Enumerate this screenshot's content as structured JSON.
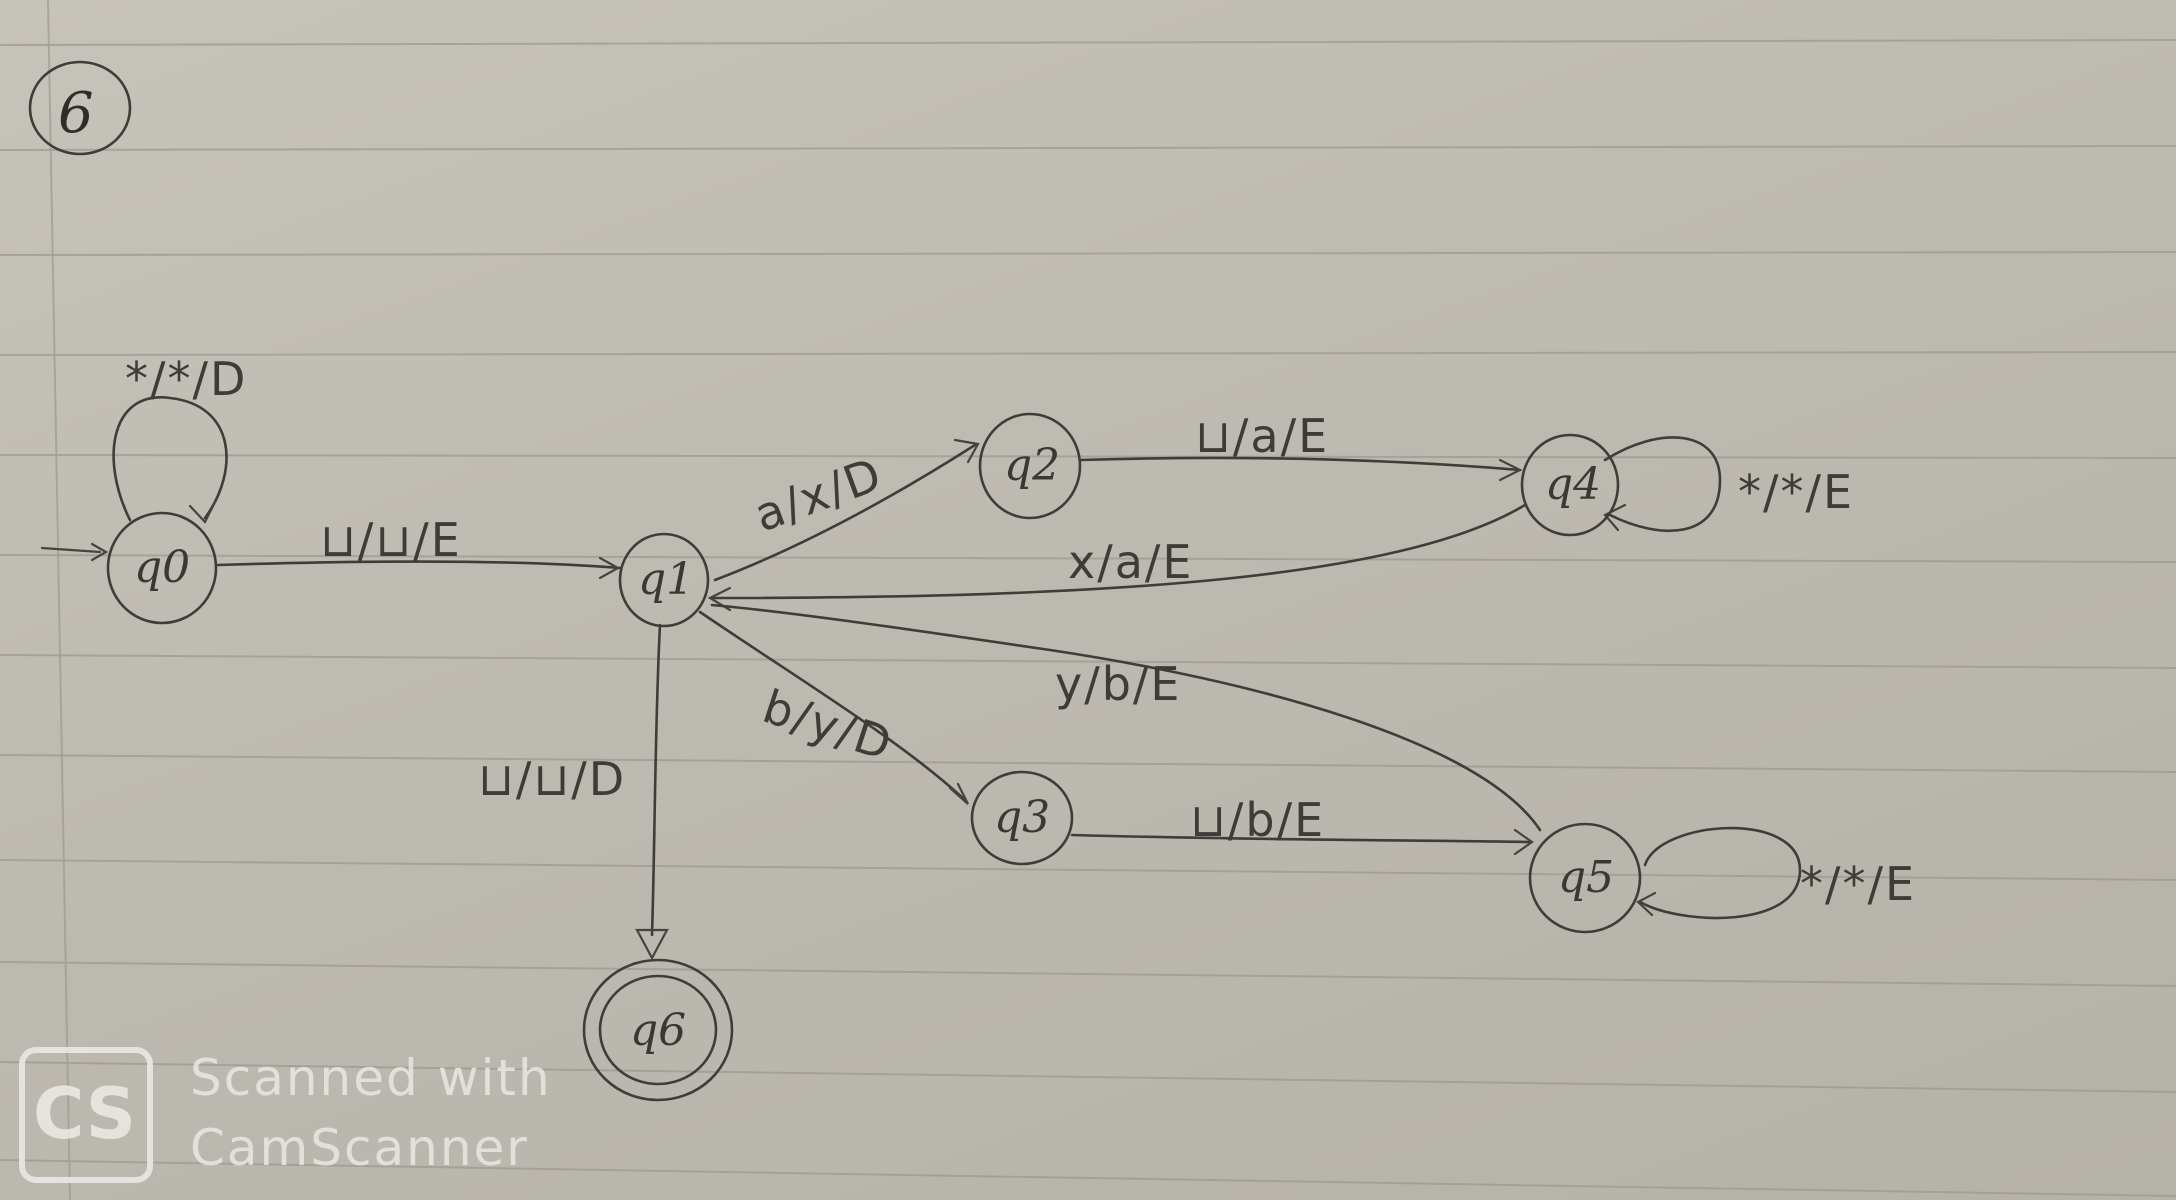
{
  "problem_number": "6",
  "states": [
    {
      "id": "q0",
      "label": "q0"
    },
    {
      "id": "q1",
      "label": "q1"
    },
    {
      "id": "q2",
      "label": "q2"
    },
    {
      "id": "q3",
      "label": "q3"
    },
    {
      "id": "q4",
      "label": "q4"
    },
    {
      "id": "q5",
      "label": "q5"
    },
    {
      "id": "q6",
      "label": "q6"
    }
  ],
  "transitions": [
    {
      "from": "q0",
      "to": "q0",
      "label": "*/*/D"
    },
    {
      "from": "q0",
      "to": "q1",
      "label": "⊔/⊔/E"
    },
    {
      "from": "q1",
      "to": "q2",
      "label": "a/x/D"
    },
    {
      "from": "q2",
      "to": "q4",
      "label": "⊔/a/E"
    },
    {
      "from": "q4",
      "to": "q4",
      "label": "*/*/E"
    },
    {
      "from": "q4",
      "to": "q1",
      "label": "x/a/E"
    },
    {
      "from": "q5",
      "to": "q1",
      "label": "y/b/E"
    },
    {
      "from": "q1",
      "to": "q3",
      "label": "b/y/D"
    },
    {
      "from": "q3",
      "to": "q5",
      "label": "⊔/b/E"
    },
    {
      "from": "q5",
      "to": "q5",
      "label": "*/*/E"
    },
    {
      "from": "q1",
      "to": "q6",
      "label": "⊔/⊔/D"
    }
  ],
  "watermark": {
    "logo": "CS",
    "line1": "Scanned with",
    "line2": "CamScanner"
  }
}
